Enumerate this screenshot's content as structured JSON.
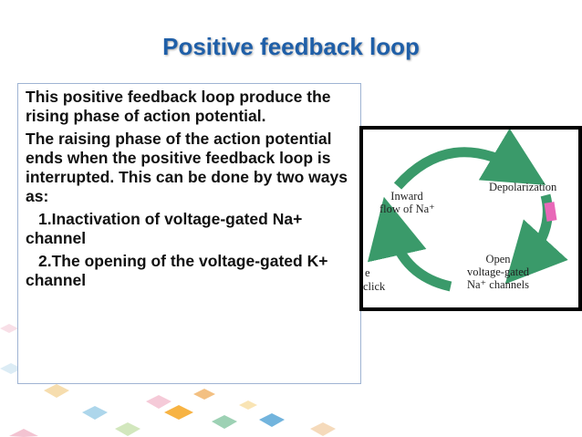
{
  "slide": {
    "title": "Positive feedback loop",
    "paragraphs": [
      "This positive feedback loop produce the rising phase of action potential.",
      "The raising phase of the action potential ends when the positive feedback loop is interrupted. This can be done by two ways as:"
    ],
    "items": [
      "1.Inactivation of voltage-gated Na+ channel",
      "2.The opening of the voltage-gated K+ channel"
    ]
  },
  "figure": {
    "label_depolarization": "Depolarization",
    "label_inward_1": "Inward",
    "label_inward_2": "flow of Na⁺",
    "label_open_1": "Open",
    "label_open_2": "voltage-gated",
    "label_open_3": "Na⁺ channels",
    "stub_e": "e",
    "stub_click": "click",
    "arrow_color": "#3a9a6a",
    "highlight_color": "#e868b8"
  }
}
